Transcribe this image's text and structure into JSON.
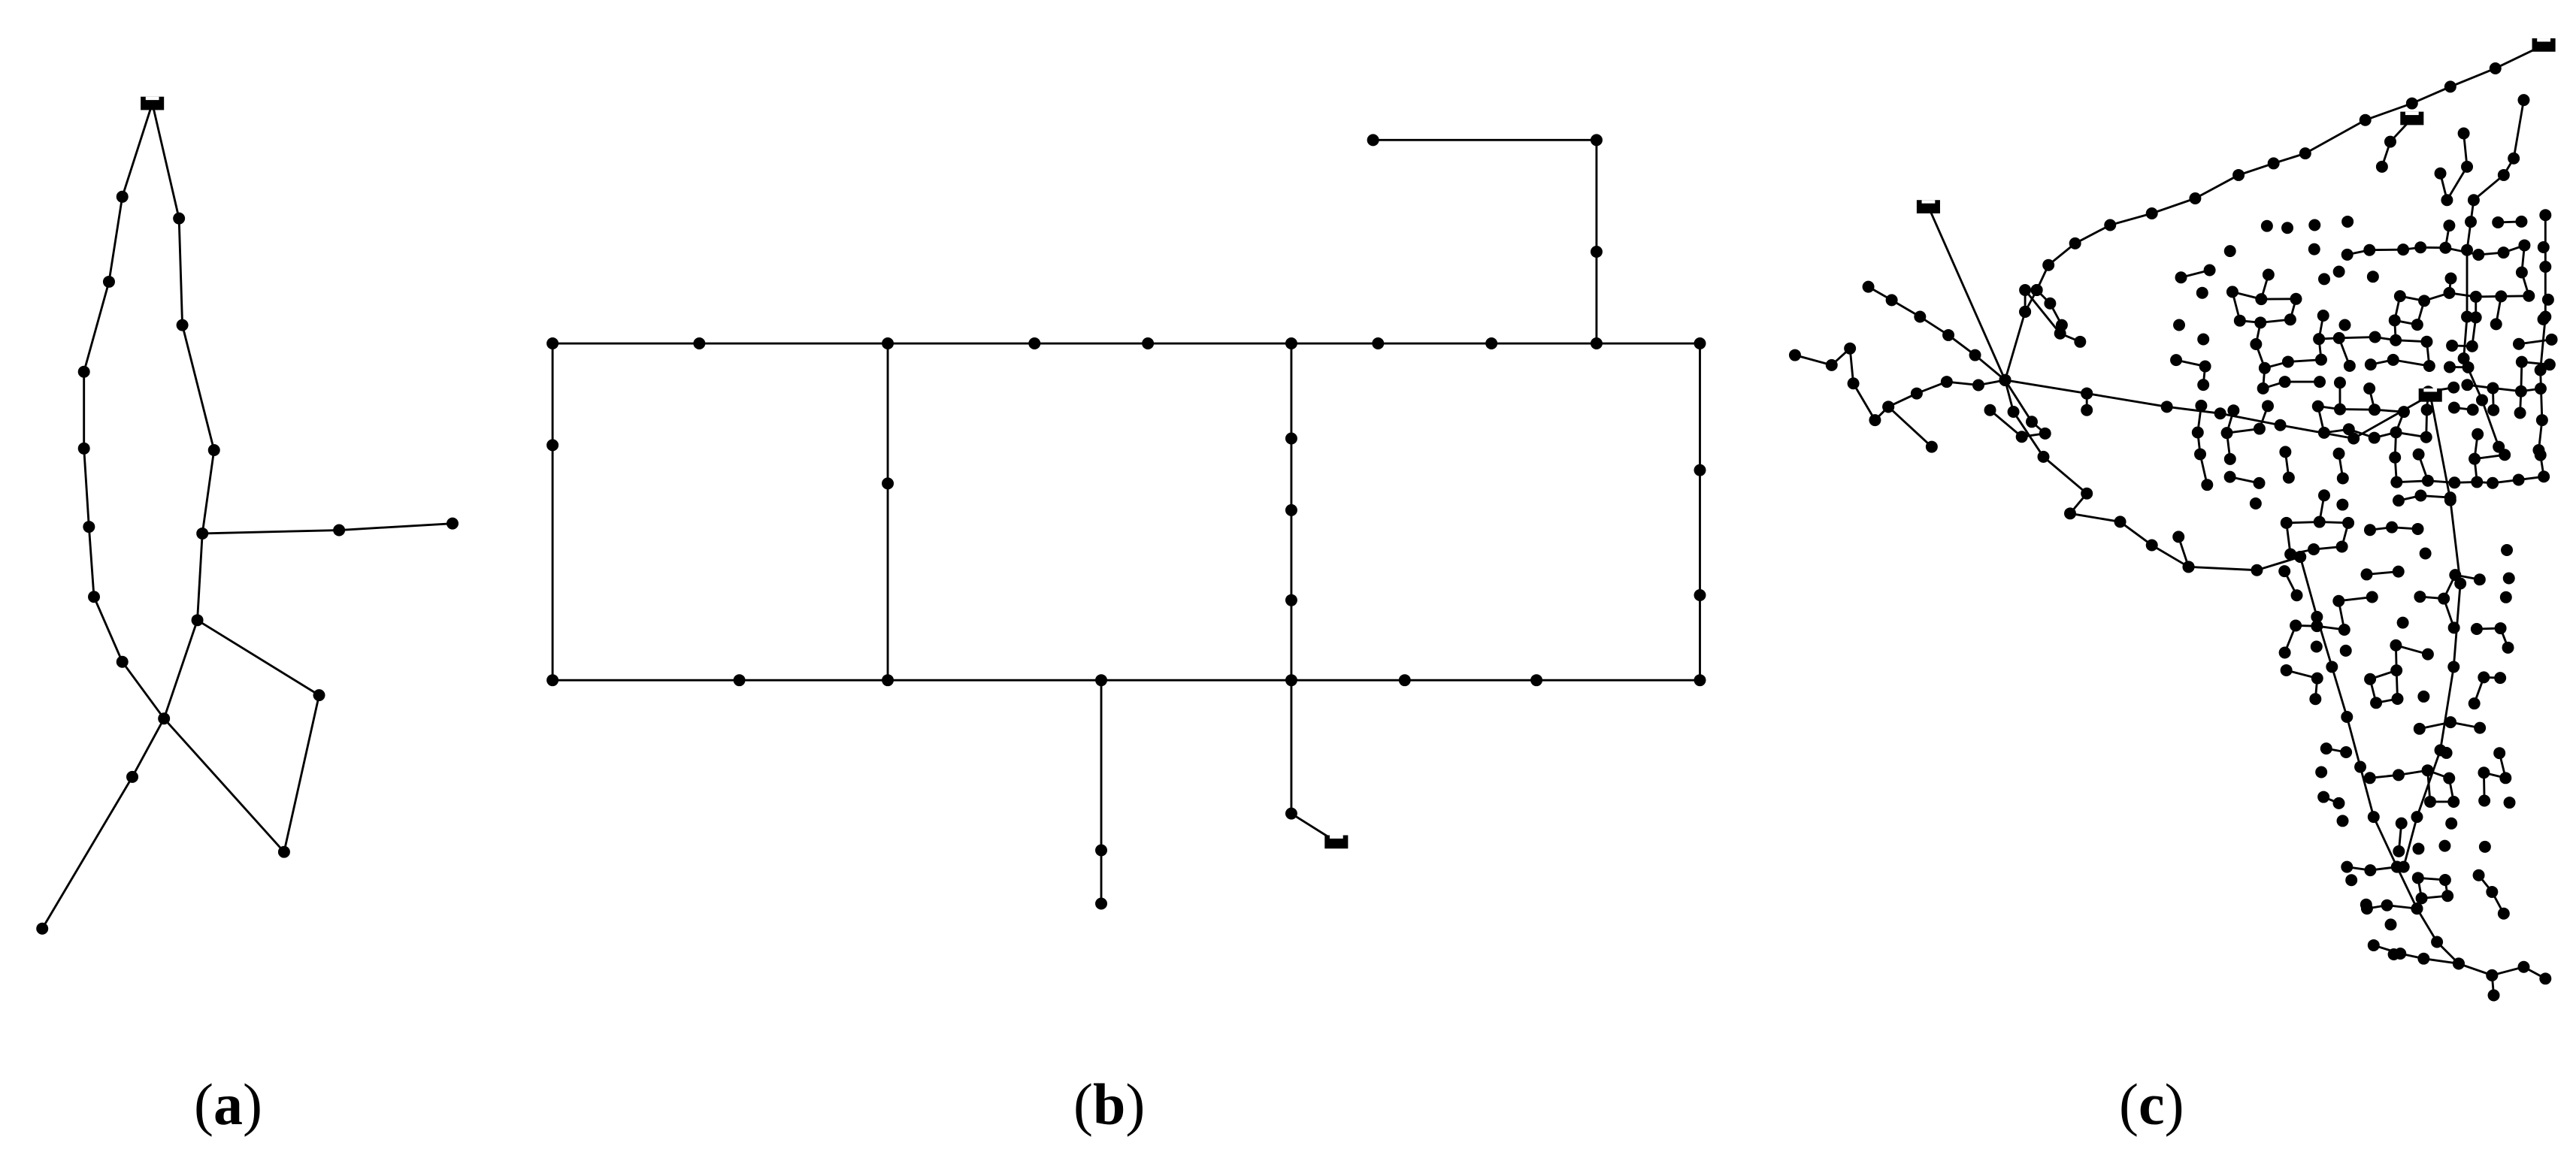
{
  "captions": {
    "a": "a",
    "b": "b",
    "c": "c"
  },
  "colors": {
    "line": "#000000",
    "node": "#000000",
    "background": "#ffffff"
  },
  "legend_icons": {
    "node": "junction-dot",
    "source": "reservoir-tank-icon"
  }
}
